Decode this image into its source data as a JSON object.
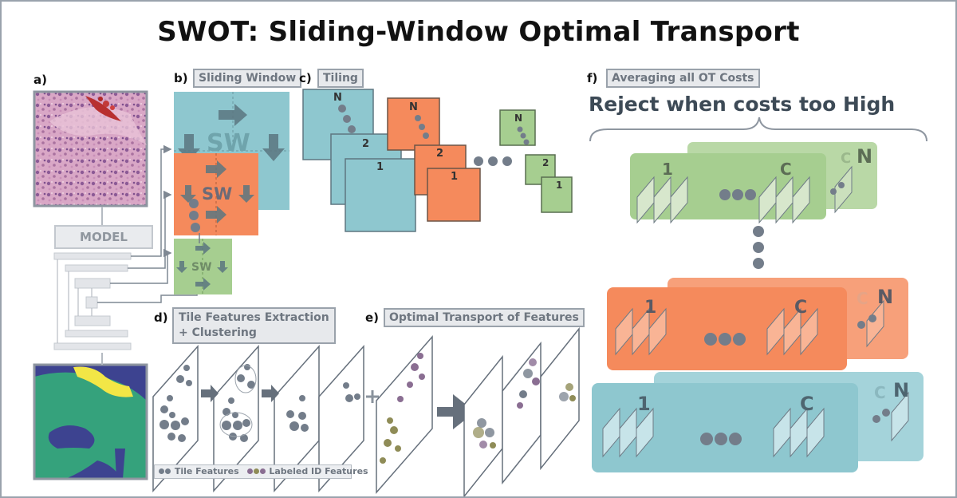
{
  "title": "SWOT: Sliding-Window Optimal Transport",
  "panels": {
    "a": "a)",
    "b": "b)",
    "b_tag": "Sliding Window",
    "c": "c)",
    "c_tag": "Tiling",
    "d": "d)",
    "d_tag_line1": "Tile Features Extraction",
    "d_tag_line2": "+ Clustering",
    "e": "e)",
    "e_tag": "Optimal Transport of Features",
    "f": "f)",
    "f_tag": "Averaging all OT Costs",
    "f_heading": "Reject when costs too High"
  },
  "model_label": "MODEL",
  "sliding_window_label": "SW",
  "tiling_labels": {
    "first": "1",
    "second": "2",
    "last": "N"
  },
  "stack_labels": {
    "first": "1",
    "class": "C",
    "last": "N"
  },
  "legend": {
    "tile_features": "Tile Features",
    "labeled_id_features": "Labeled ID Features"
  },
  "colors": {
    "teal": "#8ec7cf",
    "orange": "#f58a5c",
    "green": "#a6ce90",
    "gray_feature": "#737d8a",
    "olive": "#8f8c57",
    "purple": "#8a6e92",
    "segmentation_navy": "#3d4390",
    "segmentation_green": "#35a27c",
    "segmentation_yellow": "#f2e646"
  }
}
